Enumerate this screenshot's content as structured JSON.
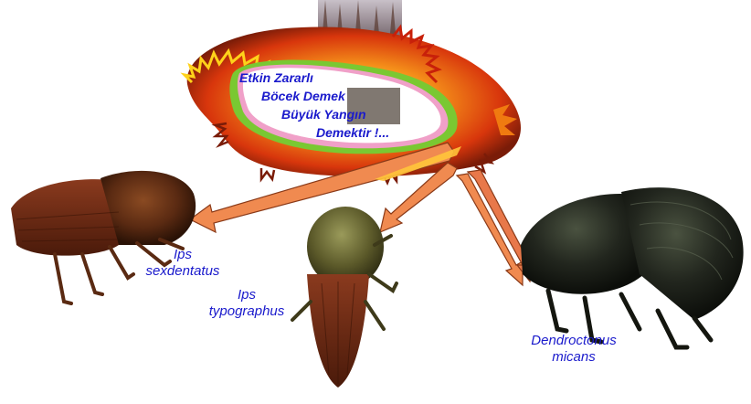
{
  "message": {
    "lines": [
      "Etkin Zararlı",
      "Böcek Demek",
      "Büyük Yangın",
      "Demektir !..."
    ]
  },
  "beetles": [
    {
      "id": "ips-sexdentatus",
      "line1": "Ips",
      "line2": "sexdentatus"
    },
    {
      "id": "ips-typographus",
      "line1": "Ips",
      "line2": "typographus"
    },
    {
      "id": "dendroctonus-micans",
      "line1": "Dendroctonus",
      "line2": "micans"
    }
  ],
  "colors": {
    "label_text": "#1a1acc",
    "arrow_fill": "#f08a50",
    "arrow_stroke": "#8a3a18",
    "fire_orange": "#f07a10",
    "fire_red": "#c8200a",
    "fire_yellow": "#ffd21a",
    "halo_green": "#7ac832",
    "halo_pink": "#f0a0c8"
  }
}
